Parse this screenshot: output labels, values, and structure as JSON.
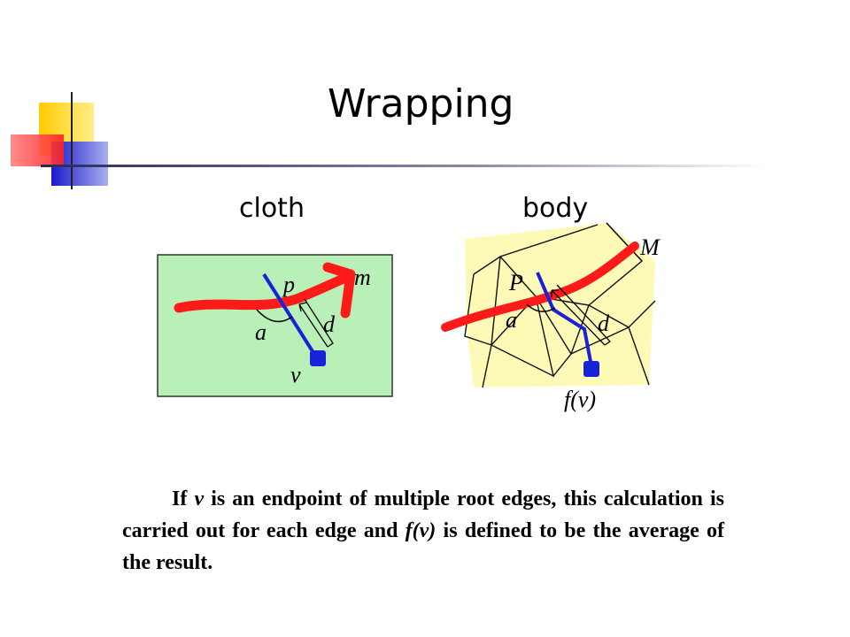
{
  "slide": {
    "title": "Wrapping"
  },
  "captions": {
    "cloth": "cloth",
    "body": "body"
  },
  "diagram_cloth": {
    "labels": {
      "p": "p",
      "m": "m",
      "a": "a",
      "d": "d",
      "v": "v"
    },
    "colors": {
      "background": "#b8f0b8",
      "path": "#ff1a1a",
      "edge": "#1a22d8",
      "vertex": "#1a22d8"
    }
  },
  "diagram_body": {
    "labels": {
      "P": "P",
      "M": "M",
      "a": "a",
      "d": "d",
      "fv": "f(v)"
    },
    "colors": {
      "background": "#fdfab8",
      "path": "#ff1a1a",
      "edge": "#1a22d8",
      "vertex": "#1a22d8"
    }
  },
  "paragraph": {
    "pre1": "If ",
    "v": "v",
    "mid": " is an endpoint of multiple root edges, this calculation is carried out for each edge and ",
    "fv": "f(v)",
    "post": " is defined to be the average of the result."
  }
}
